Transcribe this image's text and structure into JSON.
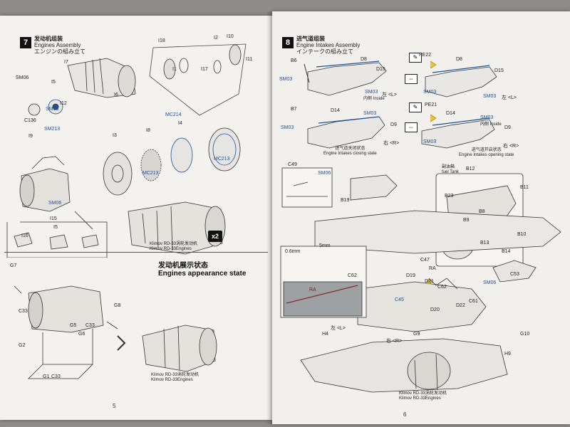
{
  "left_page": {
    "step7": {
      "number": "7",
      "title_cn": "发动机组装",
      "title_en": "Engines Assembly",
      "title_jp": "エンジンの組み立て"
    },
    "labels": {
      "i7": "I7",
      "i18": "I18",
      "i2": "I2",
      "i10": "I10",
      "i11": "I11",
      "i1": "I1",
      "i17": "I17",
      "i6": "I6",
      "sm06a": "SM06",
      "i5a": "I5",
      "sm03": "SM03",
      "i12": "I12",
      "c136": "C136",
      "mc214": "MC214",
      "i4": "I4",
      "mc213a": "MC213",
      "i8": "I8",
      "i3": "I3",
      "mc213b": "MC213",
      "i9": "I9",
      "sm213": "SM213",
      "sm06b": "SM06",
      "i15": "I15",
      "i5b": "I5",
      "i16": "I16"
    },
    "engine_caption_cn": "Klimov RD-33涡轮发动机",
    "engine_caption_en": "Klimov RD-33Engines",
    "multiplier": "x2",
    "appearance": {
      "title_cn": "发动机展示状态",
      "title_en": "Engines appearance state"
    },
    "stand_labels": {
      "g7": "G7",
      "c33a": "C33",
      "g8": "G8",
      "g5": "G5",
      "c33b": "C33",
      "g6": "G6",
      "g2": "G2",
      "g1": "G1",
      "c33c": "C33"
    },
    "stand_caption_cn": "Klimov RD-33涡轮发动机",
    "stand_caption_en": "Klimov RD-33Engines",
    "page_number": "5"
  },
  "right_page": {
    "step8": {
      "number": "8",
      "title_cn": "进气道组装",
      "title_en": "Engine Intakes Assembly",
      "title_jp": "インテークの組み立て"
    },
    "labels": {
      "b6": "B6",
      "d8a": "D8",
      "d15a": "D15",
      "pe22": "PE22",
      "d8b": "D8",
      "d15b": "D15",
      "sm03a": "SM03",
      "sm03b": "SM03",
      "left_a": "左 <L>",
      "sm03c": "SM03",
      "sm03d": "SM03",
      "left_b": "左 <L>",
      "inside_a": "内侧 Inside",
      "b7": "B7",
      "d14a": "D14",
      "pe21": "PE21",
      "d14b": "D14",
      "sm03e": "SM03",
      "sm03f": "SM03",
      "d9a": "D9",
      "d9b": "D9",
      "sm03g": "SM03",
      "sm03h": "SM03",
      "right_a": "右 <R>",
      "right_b": "右 <R>",
      "inside_b": "内侧 Inside"
    },
    "closing_caption_cn": "进气道关闭状态",
    "closing_caption_en": "Engine Intakes closing state",
    "opening_caption_cn": "进气道开启状态",
    "opening_caption_en": "Engine Intakes opening state",
    "lower_labels": {
      "c49": "C49",
      "sm06a": "SM06",
      "b19": "B19",
      "fuel_cn": "副油箱",
      "fuel_en": "fuel Tank",
      "b12": "B12",
      "b11": "B11",
      "b23": "B23",
      "b8": "B8",
      "b9": "B9",
      "b10": "B10",
      "b13": "B13",
      "b14": "B14",
      "mm06": "0.6mm",
      "mm5": "5mm",
      "c62a": "C62",
      "ra_a": "RA",
      "c47": "C47",
      "ra_b": "RA",
      "d19": "D19",
      "d21": "D21",
      "c62b": "C62",
      "c45": "C45",
      "c53": "C53",
      "sm06b": "SM06",
      "d20": "D20",
      "d22": "D22",
      "c61": "C61",
      "left_l": "左 <L>",
      "h4": "H4",
      "right_r": "右 <R>",
      "g9": "G9",
      "g10": "G10",
      "h9": "H9"
    },
    "engine_caption_cn": "Klimov RD-33涡轮发动机",
    "engine_caption_en": "Klimov RD-33Engines",
    "page_number": "6"
  }
}
